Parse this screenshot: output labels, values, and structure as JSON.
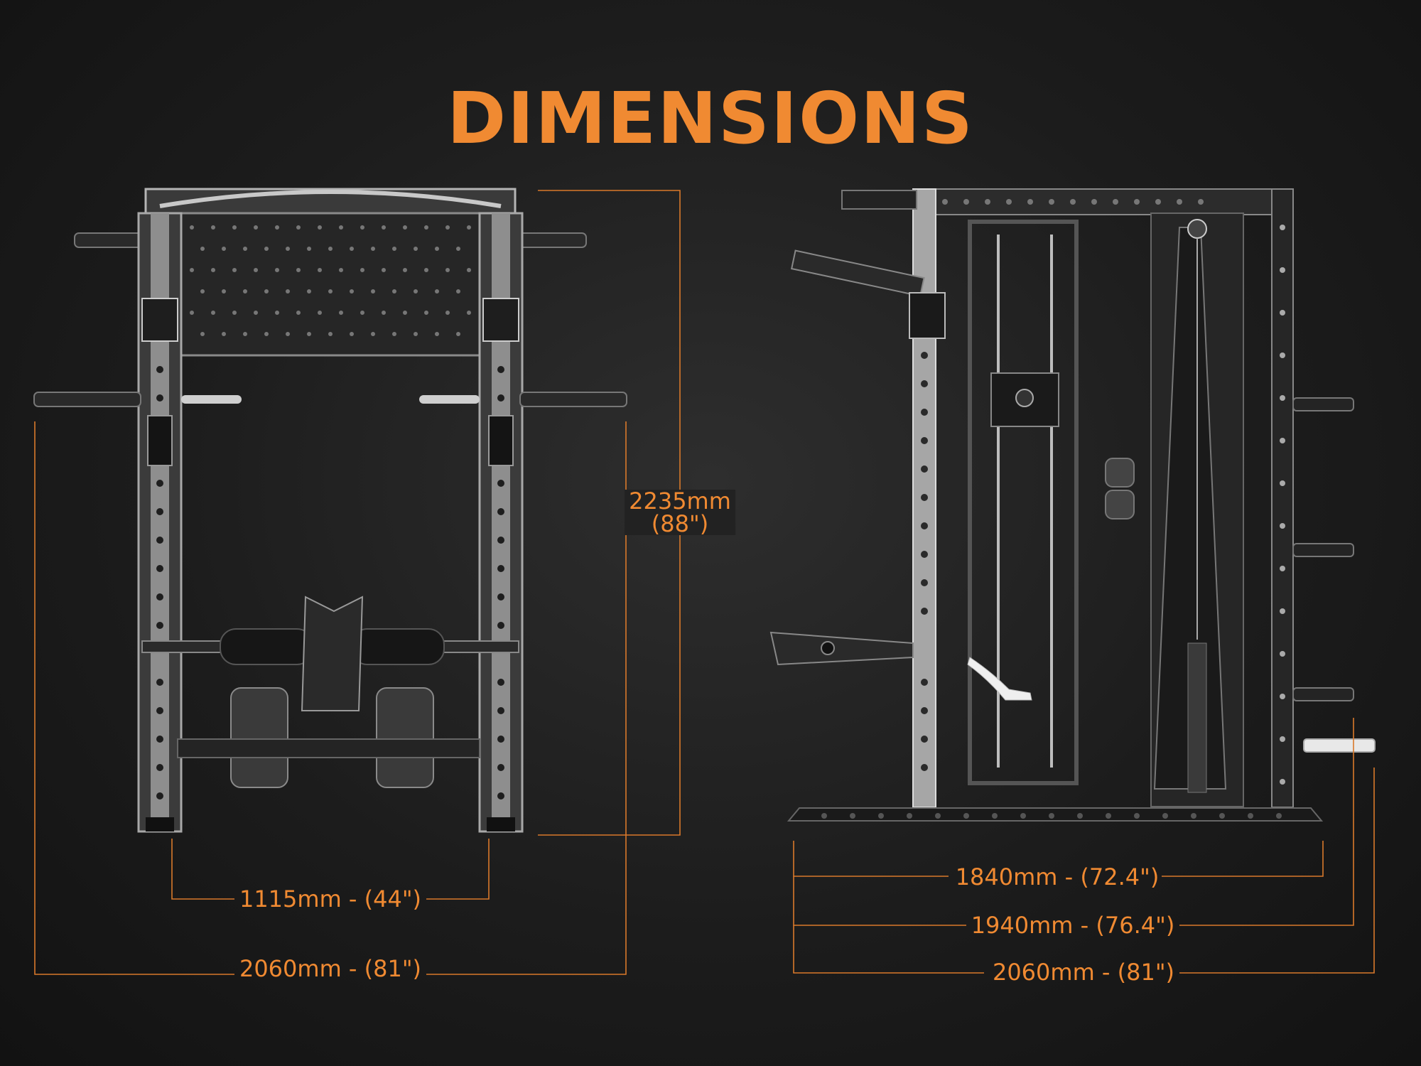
{
  "title": "DIMENSIONS",
  "accent_color": "#f08a32",
  "line_color": "#d9792b",
  "machine_color": "#9a9a9a",
  "front_view": {
    "height_label_line1": "2235mm",
    "height_label_line2": "(88\")",
    "inner_width_label": "1115mm - (44\")",
    "total_width_label": "2060mm - (81\")"
  },
  "side_view": {
    "base_length_label": "1840mm - (72.4\")",
    "mid_length_label": "1940mm - (76.4\")",
    "total_length_label": "2060mm - (81\")"
  }
}
